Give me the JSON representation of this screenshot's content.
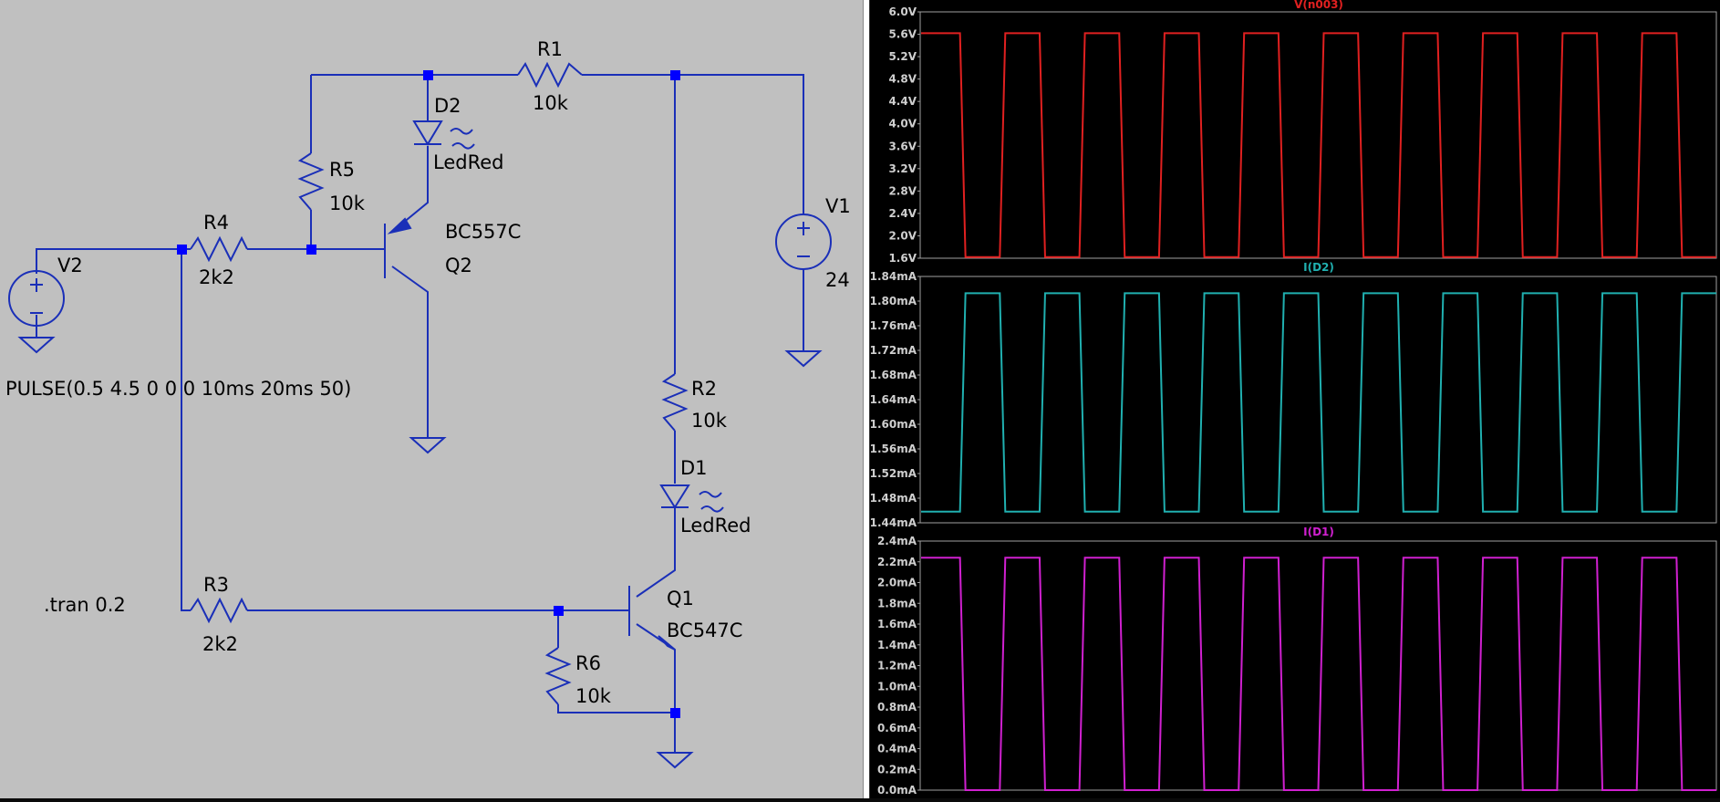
{
  "colors": {
    "schematic_bg": "#c0c0c0",
    "wire": "#1a2fb8",
    "node": "#0000ff",
    "component_text": "#000000",
    "plot_bg": "#000000",
    "pane_border": "#a0a0a0",
    "trace_vn003": "#e02020",
    "trace_id2": "#20b0b0",
    "trace_id1": "#d020d0"
  },
  "schematic": {
    "r1": {
      "name": "R1",
      "value": "10k"
    },
    "r2": {
      "name": "R2",
      "value": "10k"
    },
    "r3": {
      "name": "R3",
      "value": "2k2"
    },
    "r4": {
      "name": "R4",
      "value": "2k2"
    },
    "r5": {
      "name": "R5",
      "value": "10k"
    },
    "r6": {
      "name": "R6",
      "value": "10k"
    },
    "d1": {
      "name": "D1",
      "value": "LedRed"
    },
    "d2": {
      "name": "D2",
      "value": "LedRed"
    },
    "q1": {
      "name": "Q1",
      "value": "BC547C"
    },
    "q2": {
      "name": "Q2",
      "value": "BC557C"
    },
    "v1": {
      "name": "V1",
      "value": "24"
    },
    "v2": {
      "name": "V2",
      "value": "PULSE(0.5 4.5 0 0 0 10ms 20ms 50)"
    },
    "directive": ".tran 0.2"
  },
  "chart_data": [
    {
      "type": "line",
      "title": "V(n003)",
      "ylim": [
        1.6,
        6.0
      ],
      "y_ticks": [
        "6.0V",
        "5.6V",
        "5.2V",
        "4.8V",
        "4.4V",
        "4.0V",
        "3.6V",
        "3.2V",
        "2.8V",
        "2.4V",
        "2.0V",
        "1.6V"
      ],
      "series": [
        {
          "name": "V(n003)",
          "color": "#e02020",
          "high": 5.62,
          "low": 1.62,
          "start": "high",
          "cycles": 10
        }
      ]
    },
    {
      "type": "line",
      "title": "I(D2)",
      "ylim": [
        1.44,
        1.88
      ],
      "y_ticks": [
        "1.84mA",
        "1.80mA",
        "1.76mA",
        "1.72mA",
        "1.68mA",
        "1.64mA",
        "1.60mA",
        "1.56mA",
        "1.52mA",
        "1.48mA",
        "1.44mA"
      ],
      "series": [
        {
          "name": "I(D2)",
          "color": "#20b0b0",
          "high": 1.85,
          "low": 1.46,
          "start": "low",
          "cycles": 10
        }
      ]
    },
    {
      "type": "line",
      "title": "I(D1)",
      "ylim": [
        0.0,
        2.4
      ],
      "y_ticks": [
        "2.4mA",
        "2.2mA",
        "2.0mA",
        "1.8mA",
        "1.6mA",
        "1.4mA",
        "1.2mA",
        "1.0mA",
        "0.8mA",
        "0.6mA",
        "0.4mA",
        "0.2mA",
        "0.0mA"
      ],
      "series": [
        {
          "name": "I(D1)",
          "color": "#d020d0",
          "high": 2.24,
          "low": 0.0,
          "start": "high",
          "cycles": 10
        }
      ]
    }
  ]
}
